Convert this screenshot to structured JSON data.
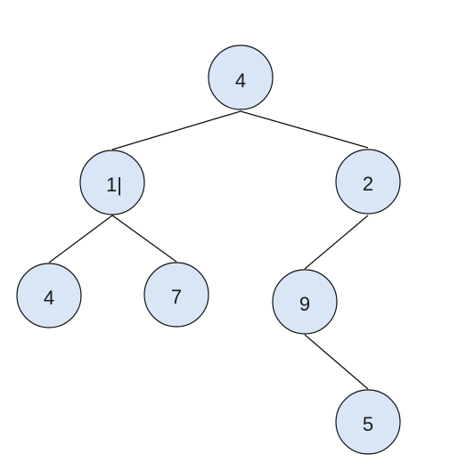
{
  "diagram": {
    "type": "binary-tree",
    "node_fill": "#d9e6f5",
    "node_stroke": "#111111",
    "edge_color": "#111111",
    "nodes": [
      {
        "id": "root",
        "label": "4"
      },
      {
        "id": "left",
        "label": "1|"
      },
      {
        "id": "right",
        "label": "2"
      },
      {
        "id": "left-left",
        "label": "4"
      },
      {
        "id": "left-right",
        "label": "7"
      },
      {
        "id": "right-left",
        "label": "9"
      },
      {
        "id": "right-left-right",
        "label": "5"
      }
    ],
    "edges": [
      {
        "from": "root",
        "to": "left"
      },
      {
        "from": "root",
        "to": "right"
      },
      {
        "from": "left",
        "to": "left-left"
      },
      {
        "from": "left",
        "to": "left-right"
      },
      {
        "from": "right",
        "to": "right-left"
      },
      {
        "from": "right-left",
        "to": "right-left-right"
      }
    ]
  }
}
